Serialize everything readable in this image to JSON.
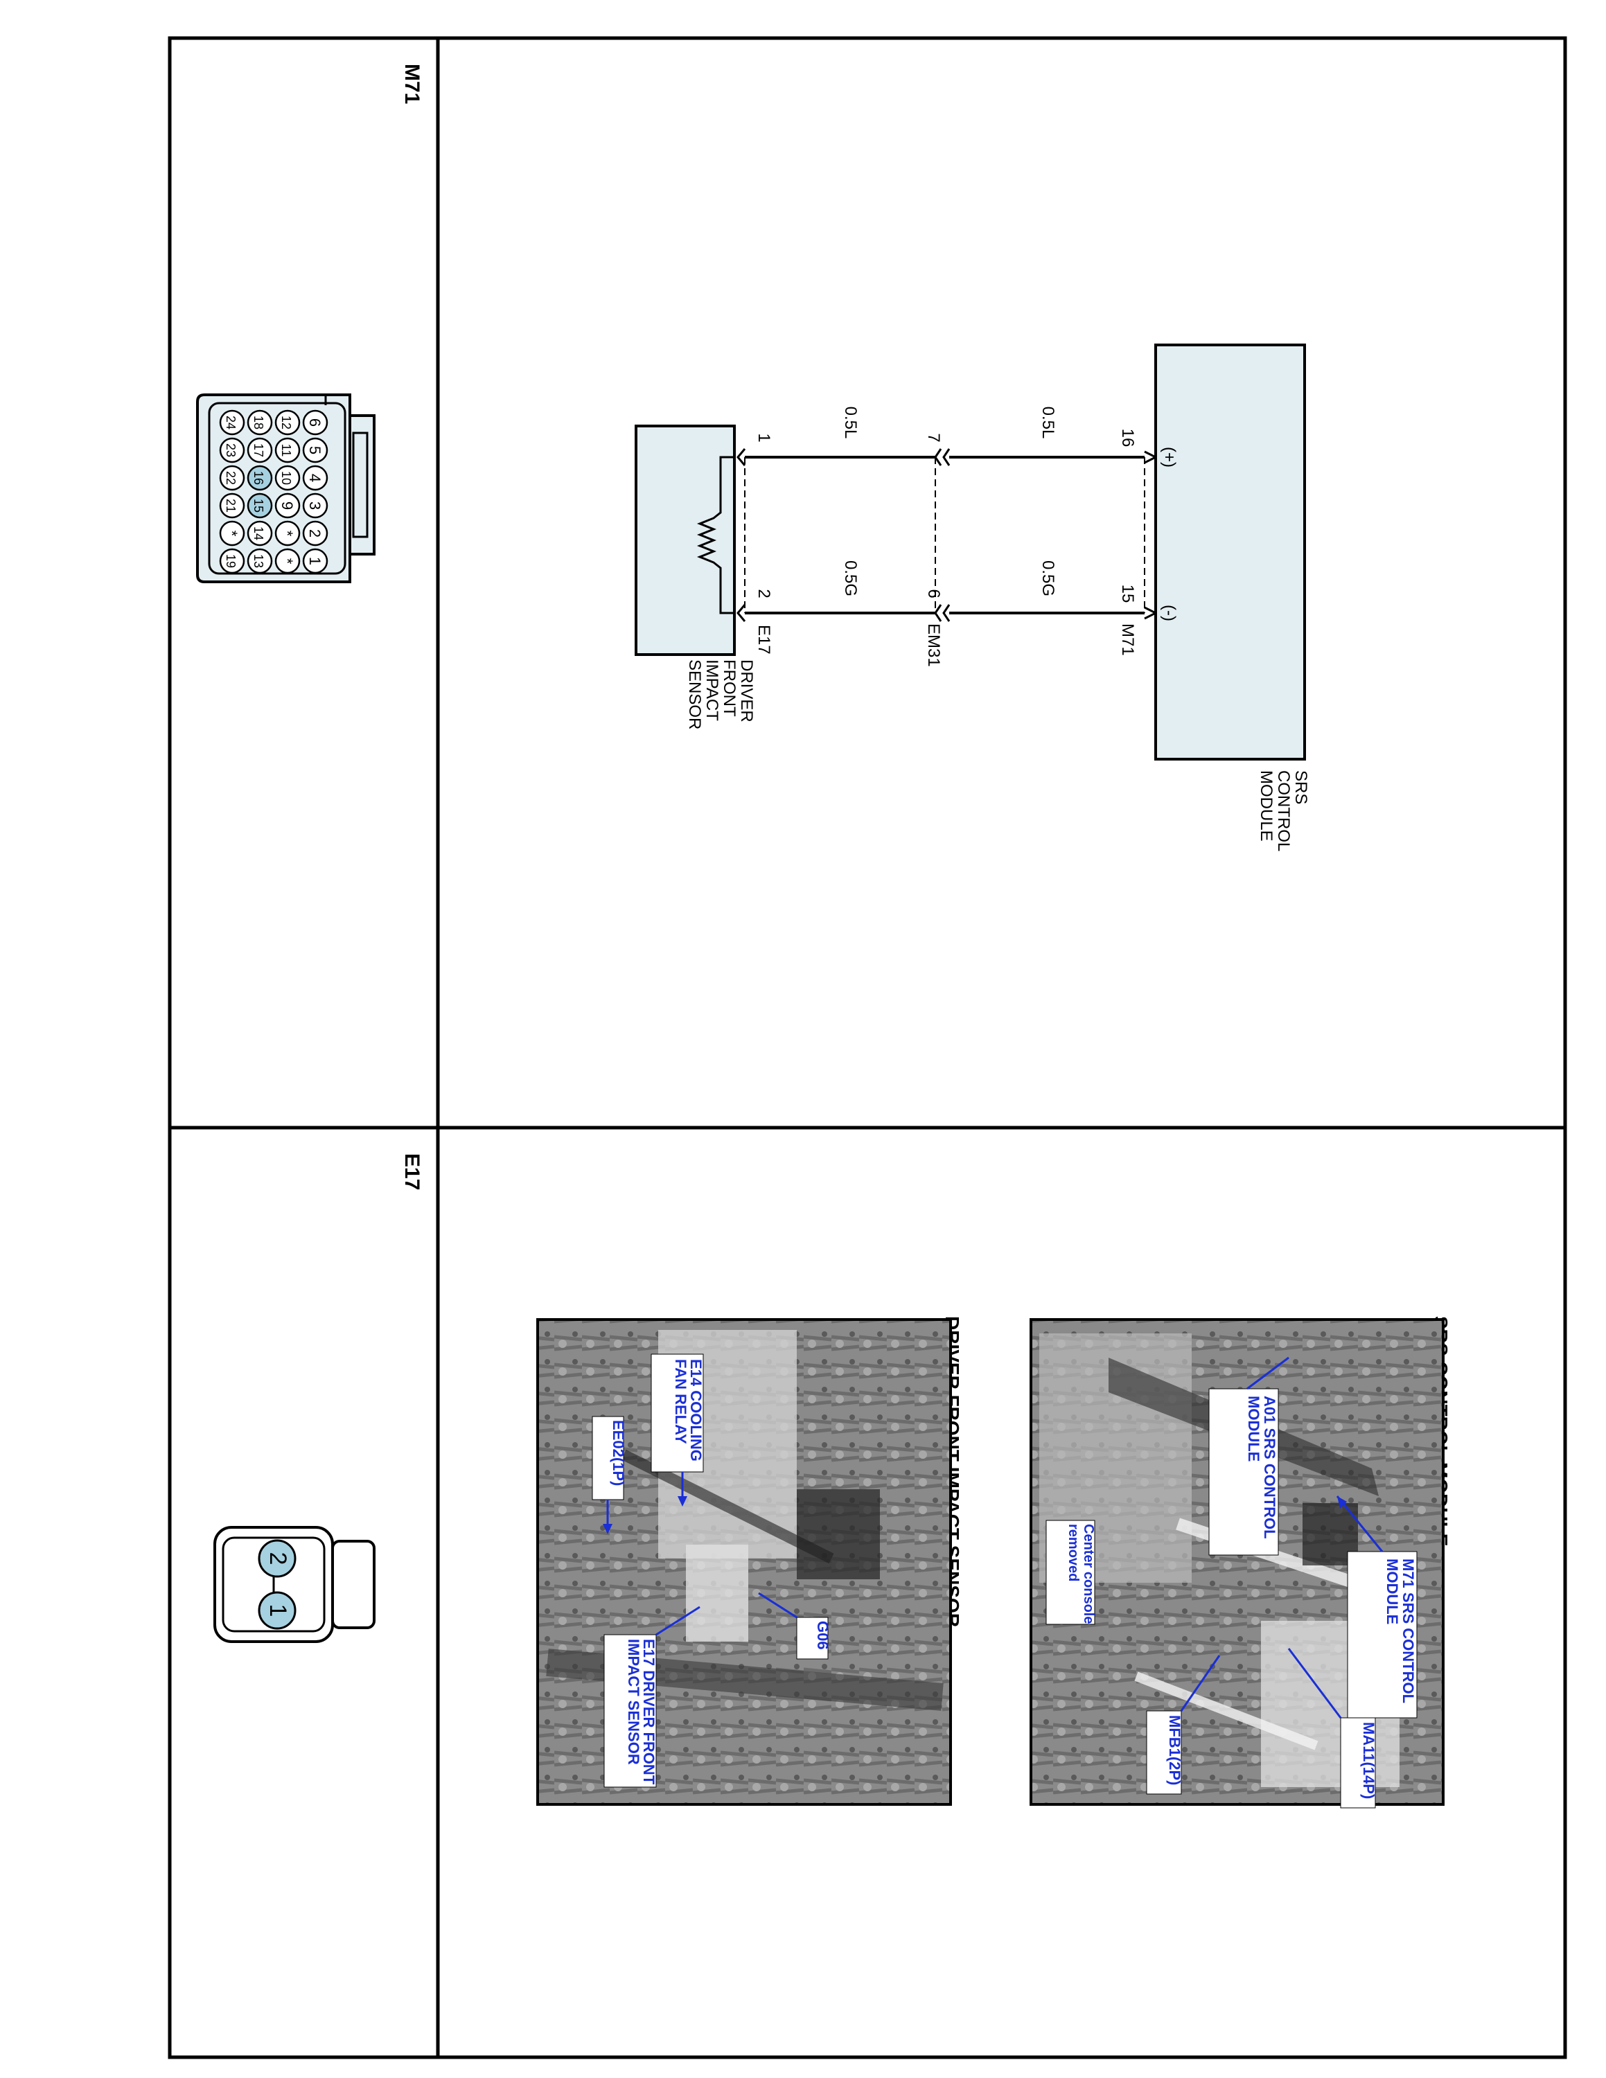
{
  "colors": {
    "line": "#000000",
    "connector_fill": "#e3eef2",
    "pin_highlight": "#a6d1e0",
    "callout_text": "#1a2fd6",
    "callout_bg": "#ffffff",
    "photo_dark": "#3a3a3a"
  },
  "panels": {
    "m71": {
      "title": "M71"
    },
    "e17": {
      "title": "E17"
    }
  },
  "m71_connector": {
    "rows": [
      [
        "6",
        "5",
        "4",
        "3",
        "2",
        "1"
      ],
      [
        "12",
        "11",
        "10",
        "9",
        "*",
        "*"
      ],
      [
        "18",
        "17",
        "16",
        "15",
        "14",
        "13"
      ],
      [
        "24",
        "23",
        "22",
        "21",
        "*",
        "19"
      ]
    ],
    "highlighted": [
      "16",
      "15"
    ]
  },
  "e17_connector": {
    "pins": [
      "2",
      "1"
    ]
  },
  "schematic": {
    "srs_module": {
      "label": [
        "SRS",
        "CONTROL",
        "MODULE"
      ],
      "plus": "(+)",
      "minus": "(-)",
      "pin_plus": "16",
      "pin_minus": "15",
      "connector": "M71"
    },
    "wires_top": {
      "plus": "0.5L",
      "minus": "0.5G"
    },
    "splice": {
      "pin_plus": "7",
      "pin_minus": "6",
      "connector": "EM31"
    },
    "wires_bottom": {
      "plus": "0.5L",
      "minus": "0.5G"
    },
    "sensor": {
      "label": [
        "DRIVER",
        "FRONT",
        "IMPACT",
        "SENSOR"
      ],
      "pin_plus": "1",
      "pin_minus": "2",
      "connector": "E17"
    }
  },
  "photos": {
    "srs": {
      "title": "SRS CONTROL MODULE",
      "callouts": {
        "m71": [
          "M71 SRS CONTROL",
          "MODULE"
        ],
        "a01": [
          "A01 SRS CONTROL",
          "MODULE"
        ],
        "console": [
          "Center console",
          "removed"
        ],
        "ma11": [
          "MA11(14P)"
        ],
        "mfb1": [
          "MFB1(2P)"
        ]
      }
    },
    "sensor": {
      "title": "DRIVER FRONT IMPACT SENSOR",
      "callouts": {
        "e14": [
          "E14 COOLING",
          "FAN RELAY"
        ],
        "ee02": [
          "EE02(1P)"
        ],
        "g06": [
          "G06"
        ],
        "e17": [
          "E17 DRIVER FRONT",
          "IMPACT SENSOR"
        ]
      }
    }
  }
}
